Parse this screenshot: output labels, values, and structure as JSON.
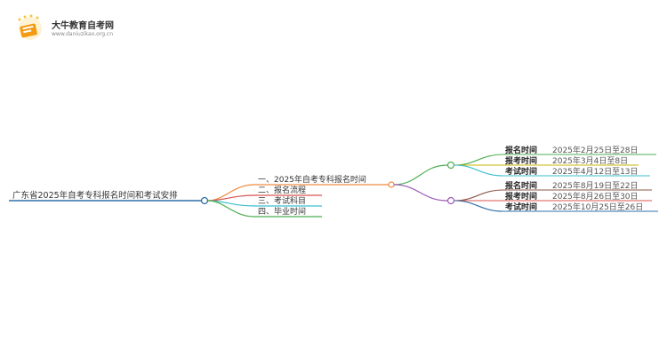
{
  "brand": {
    "title": "大牛教育自考网",
    "url": "www.daniuzikao.org.cn"
  },
  "root": {
    "label": "广东省2025年自考专科报名时间和考试安排",
    "color": "#2f6fa8"
  },
  "branches": [
    {
      "label": "一、2025年自考专科报名时间",
      "color": "#f08a3c"
    },
    {
      "label": "二、报名流程",
      "color": "#d9534f"
    },
    {
      "label": "三、考试科目",
      "color": "#3bbfcf"
    },
    {
      "label": "四、毕业时间",
      "color": "#4caf50"
    }
  ],
  "groups": [
    {
      "color": "#4caf50",
      "leaves": [
        {
          "key": "报名时间",
          "value": "2025年2月25日至28日",
          "color": "#4caf50"
        },
        {
          "key": "报考时间",
          "value": "2025年3月4日至8日",
          "color": "#c8b400"
        },
        {
          "key": "考试时间",
          "value": "2025年4月12日至13日",
          "color": "#3bbfcf"
        }
      ]
    },
    {
      "color": "#9b59b6",
      "leaves": [
        {
          "key": "报名时间",
          "value": "2025年8月19日至22日",
          "color": "#8b5a4a"
        },
        {
          "key": "报考时间",
          "value": "2025年8月26日至30日",
          "color": "#d9534f"
        },
        {
          "key": "考试时间",
          "value": "2025年10月25日至26日",
          "color": "#2f6fa8"
        }
      ]
    }
  ]
}
